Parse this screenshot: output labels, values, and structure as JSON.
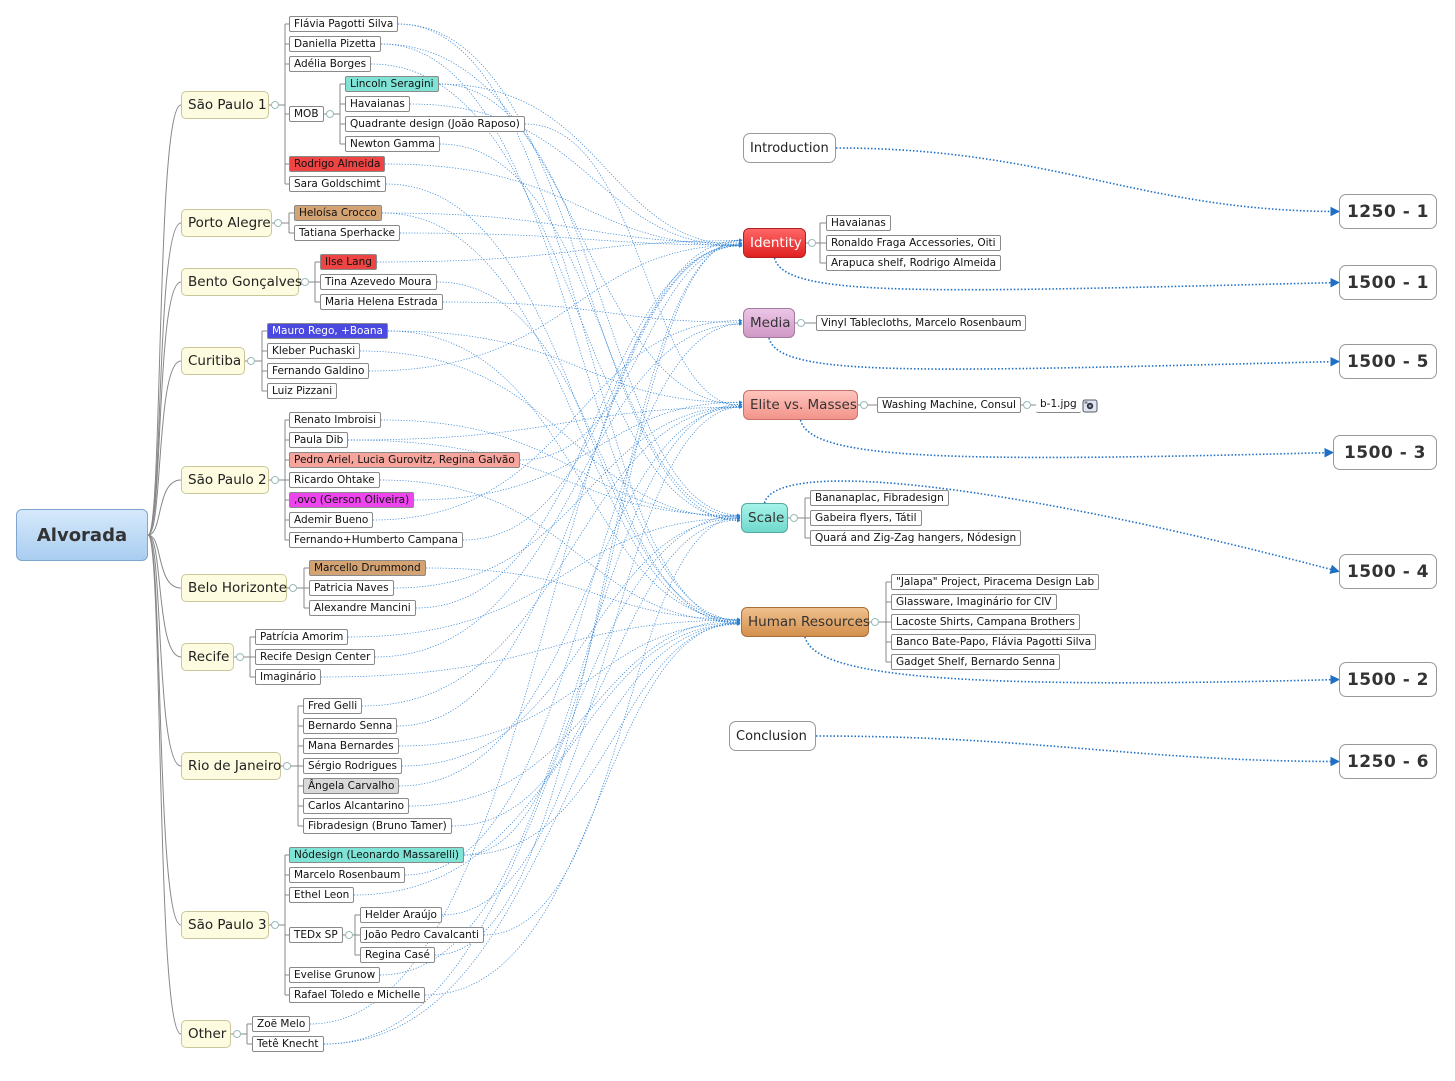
{
  "root": {
    "label": "Alvorada"
  },
  "groups": [
    {
      "label": "São Paulo 1",
      "color": "#fdfbe0"
    },
    {
      "label": "Porto Alegre",
      "color": "#fdfbe0"
    },
    {
      "label": "Bento Gonçalves",
      "color": "#fdfbe0"
    },
    {
      "label": "Curitiba",
      "color": "#fdfbe0"
    },
    {
      "label": "São Paulo 2",
      "color": "#fdfbe0"
    },
    {
      "label": "Belo Horizonte",
      "color": "#fdfbe0"
    },
    {
      "label": "Recife",
      "color": "#fdfbe0"
    },
    {
      "label": "Rio de Janeiro",
      "color": "#fdfbe0"
    },
    {
      "label": "São Paulo 3",
      "color": "#fdfbe0"
    },
    {
      "label": "Other",
      "color": "#fdfbe0"
    }
  ],
  "subgroups": [
    {
      "label": "MOB"
    },
    {
      "label": "TEDx SP"
    }
  ],
  "leaves": [
    {
      "label": "Flávia Pagotti Silva",
      "color": "#ffffff"
    },
    {
      "label": "Daniella Pizetta",
      "color": "#ffffff"
    },
    {
      "label": "Adélia Borges",
      "color": "#ffffff"
    },
    {
      "label": "Lincoln Seragini",
      "color": "#7fe3d6"
    },
    {
      "label": "Havaianas",
      "color": "#ffffff"
    },
    {
      "label": "Quadrante design (João Raposo)",
      "color": "#ffffff"
    },
    {
      "label": "Newton Gamma",
      "color": "#ffffff"
    },
    {
      "label": "Rodrigo Almeida",
      "color": "#ee4444"
    },
    {
      "label": "Sara Goldschimt",
      "color": "#ffffff"
    },
    {
      "label": "Heloísa Crocco",
      "color": "#d4a373"
    },
    {
      "label": "Tatiana Sperhacke",
      "color": "#ffffff"
    },
    {
      "label": "Ilse Lang",
      "color": "#ee4444"
    },
    {
      "label": "Tina Azevedo Moura",
      "color": "#ffffff"
    },
    {
      "label": "Maria Helena Estrada",
      "color": "#ffffff"
    },
    {
      "label": "Mauro Rego, +Boana",
      "color": "#4a4ae0"
    },
    {
      "label": "Kleber Puchaski",
      "color": "#ffffff"
    },
    {
      "label": "Fernando Galdino",
      "color": "#ffffff"
    },
    {
      "label": "Luiz Pizzani",
      "color": "#ffffff"
    },
    {
      "label": "Renato Imbroisi",
      "color": "#ffffff"
    },
    {
      "label": "Paula Dib",
      "color": "#ffffff"
    },
    {
      "label": "Pedro Ariel, Lucia Gurovitz, Regina Galvão",
      "color": "#f6a49c"
    },
    {
      "label": "Ricardo Ohtake",
      "color": "#ffffff"
    },
    {
      "label": ",ovo (Gerson Oliveira)",
      "color": "#ee44ee"
    },
    {
      "label": "Ademir Bueno",
      "color": "#ffffff"
    },
    {
      "label": "Fernando+Humberto Campana",
      "color": "#ffffff"
    },
    {
      "label": "Marcello Drummond",
      "color": "#d4a373"
    },
    {
      "label": "Patricia Naves",
      "color": "#ffffff"
    },
    {
      "label": "Alexandre Mancini",
      "color": "#ffffff"
    },
    {
      "label": "Patrícia Amorim",
      "color": "#ffffff"
    },
    {
      "label": "Recife Design Center",
      "color": "#ffffff"
    },
    {
      "label": "Imaginário",
      "color": "#ffffff"
    },
    {
      "label": "Fred Gelli",
      "color": "#ffffff"
    },
    {
      "label": "Bernardo Senna",
      "color": "#ffffff"
    },
    {
      "label": "Mana Bernardes",
      "color": "#ffffff"
    },
    {
      "label": "Sérgio Rodrigues",
      "color": "#ffffff"
    },
    {
      "label": "Ângela Carvalho",
      "color": "#d9d9d9"
    },
    {
      "label": "Carlos Alcantarino",
      "color": "#ffffff"
    },
    {
      "label": "Fibradesign (Bruno Tamer)",
      "color": "#ffffff"
    },
    {
      "label": "Nódesign (Leonardo Massarelli)",
      "color": "#7fe3d6"
    },
    {
      "label": "Marcelo Rosenbaum",
      "color": "#ffffff"
    },
    {
      "label": "Ethel Leon",
      "color": "#ffffff"
    },
    {
      "label": "Helder Araújo",
      "color": "#ffffff"
    },
    {
      "label": "João Pedro Cavalcanti",
      "color": "#ffffff"
    },
    {
      "label": "Regina Casé",
      "color": "#ffffff"
    },
    {
      "label": "Evelise Grunow",
      "color": "#ffffff"
    },
    {
      "label": "Rafael Toledo e Michelle",
      "color": "#ffffff"
    },
    {
      "label": "Zoë Melo",
      "color": "#ffffff"
    },
    {
      "label": "Tetê Knecht",
      "color": "#ffffff"
    }
  ],
  "topics": [
    {
      "label": "Identity",
      "color": "#ee3333"
    },
    {
      "label": "Media",
      "color": "#d9a8d0"
    },
    {
      "label": "Elite vs. Masses",
      "color": "#f6a49c"
    },
    {
      "label": "Scale",
      "color": "#7fe3d6"
    },
    {
      "label": "Human Resources",
      "color": "#d9995a"
    }
  ],
  "topic_children": [
    {
      "label": "Havaianas"
    },
    {
      "label": "Ronaldo Fraga Accessories, Oiti"
    },
    {
      "label": "Arapuca shelf, Rodrigo Almeida"
    },
    {
      "label": "Vinyl Tablecloths, Marcelo Rosenbaum"
    },
    {
      "label": "Washing Machine, Consul"
    },
    {
      "label": "b-1.jpg"
    },
    {
      "label": "Bananaplac, Fibradesign"
    },
    {
      "label": "Gabeira flyers, Tátil"
    },
    {
      "label": "Quará and Zig-Zag hangers, Nódesign"
    },
    {
      "label": "\"Jalapa\" Project, Piracema Design Lab"
    },
    {
      "label": "Glassware, Imaginário for CIV"
    },
    {
      "label": "Lacoste Shirts, Campana Brothers"
    },
    {
      "label": "Banco Bate-Papo, Flávia Pagotti Silva"
    },
    {
      "label": "Gadget Shelf, Bernardo Senna"
    }
  ],
  "plain": [
    {
      "label": "Introduction"
    },
    {
      "label": "Conclusion"
    }
  ],
  "slides": [
    {
      "label": "1250 - 1"
    },
    {
      "label": "1500 - 1"
    },
    {
      "label": "1500 - 5"
    },
    {
      "label": "1500 - 3"
    },
    {
      "label": "1500 - 4"
    },
    {
      "label": "1500 - 2"
    },
    {
      "label": "1250 - 6"
    }
  ],
  "colors": {
    "link": "#2a7fd4",
    "tree": "#888888",
    "slide_link": "#1f6fc4"
  },
  "icons": {
    "image_file": "image-file-icon"
  }
}
